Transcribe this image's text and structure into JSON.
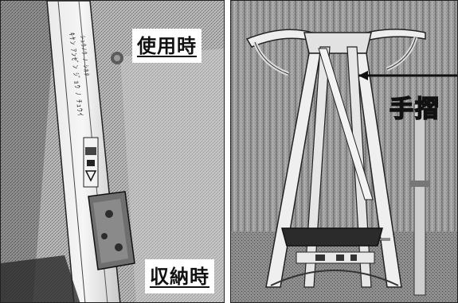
{
  "labels": {
    "in_use": "使用時",
    "stored": "収納時",
    "handrail": "手摺"
  },
  "images": {
    "left": "stored-ladder-closeup",
    "right": "stepladder-with-handrail-photo"
  },
  "colors": {
    "background": "#ffffff",
    "ink": "#111111",
    "photo_bg": "#8c8c8c",
    "photo_light": "#d2d2d2",
    "photo_dark": "#3a3a3a"
  }
}
